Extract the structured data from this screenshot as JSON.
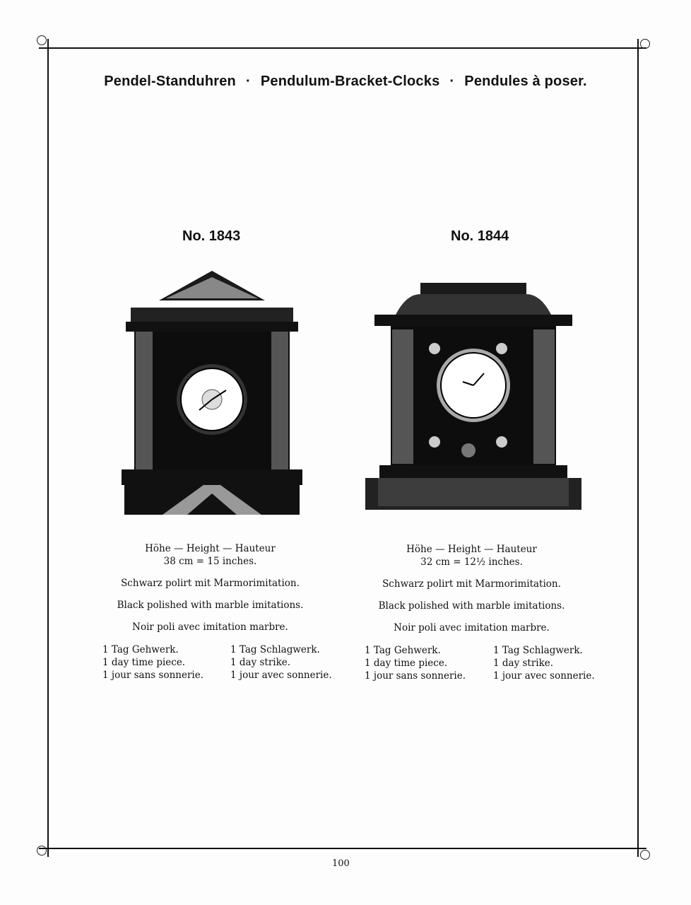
{
  "header": {
    "title_de": "Pendel-Standuhren",
    "title_en": "Pendulum-Bracket-Clocks",
    "title_fr": "Pendules à poser",
    "separator": "·"
  },
  "items": [
    {
      "number": "No. 1843",
      "height_label": "Höhe — Height — Hauteur",
      "height_value": "38 cm = 15 inches.",
      "desc_de": "Schwarz polirt mit Marmorimitation.",
      "desc_en": "Black polished with marble imitations.",
      "desc_fr": "Noir poli avec imitation marbre.",
      "movement_left": [
        "1 Tag Gehwerk.",
        "1 day time piece.",
        "1 jour sans sonnerie."
      ],
      "movement_right": [
        "1 Tag Schlagwerk.",
        "1 day strike.",
        "1 jour avec sonnerie."
      ]
    },
    {
      "number": "No. 1844",
      "height_label": "Höhe — Height — Hauteur",
      "height_value": "32 cm = 12½ inches.",
      "desc_de": "Schwarz polirt mit Marmorimitation.",
      "desc_en": "Black polished with marble imitations.",
      "desc_fr": "Noir poli avec imitation marbre.",
      "movement_left": [
        "1 Tag Gehwerk.",
        "1 day time piece.",
        "1 jour sans sonnerie."
      ],
      "movement_right": [
        "1 Tag Schlagwerk.",
        "1 day strike.",
        "1 jour avec sonnerie."
      ]
    }
  ],
  "footer": {
    "page_number": "100"
  }
}
